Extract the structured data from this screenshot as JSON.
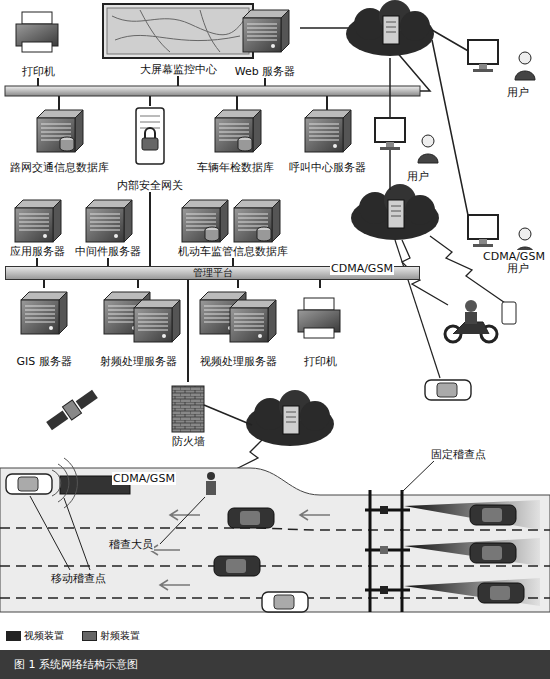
{
  "diagram": {
    "caption": "图 1 系统网络结构示意图",
    "nodes": [
      {
        "text": [
          "打印机"
        ]
      },
      {
        "text": [
          "大屏幕监控中心"
        ]
      },
      {
        "text": [
          "Web 服务器"
        ]
      },
      {
        "text": [
          "路网交通信息数据库"
        ]
      },
      {
        "text": [
          "内部安全网关"
        ]
      },
      {
        "text": [
          "车辆年检数据库"
        ]
      },
      {
        "text": [
          "呼叫中心服务器"
        ]
      },
      {
        "text": [
          "应用服务器"
        ]
      },
      {
        "text": [
          "中间件服务器"
        ]
      },
      {
        "text": [
          "机动车监管信息数据库"
        ]
      },
      {
        "text": [
          "管理平台"
        ]
      },
      {
        "text": [
          "GIS 服务器"
        ]
      },
      {
        "text": [
          "射频处理服务器"
        ]
      },
      {
        "text": [
          "视频处理服务器"
        ]
      },
      {
        "text": [
          "打印机"
        ]
      },
      {
        "text": [
          "防火墙"
        ]
      }
    ],
    "edges": [
      {
        "from": 4,
        "to": 10,
        "arrow": "none"
      },
      {
        "from": 7,
        "to": 10,
        "arrow": "none"
      },
      {
        "from": 8,
        "to": 10,
        "arrow": "none"
      },
      {
        "from": 9,
        "to": 10,
        "arrow": "none"
      },
      {
        "from": 11,
        "to": 10,
        "arrow": "none"
      },
      {
        "from": 12,
        "to": 10,
        "arrow": "none"
      },
      {
        "from": 13,
        "to": 10,
        "arrow": "none"
      },
      {
        "from": 14,
        "to": 10,
        "arrow": "none"
      },
      {
        "from": 15,
        "to": 10,
        "arrow": "none"
      }
    ],
    "labels": [
      "用户",
      "用户",
      "用户",
      "CDMA/GSM",
      "CDMA/GSM",
      "CDMA/GSM",
      "固定稽查点",
      "稽查大员",
      "移动稽查点"
    ],
    "legend": [
      {
        "text": "视频装置",
        "color": "#222222"
      },
      {
        "text": "射频装置",
        "color": "#666666"
      }
    ]
  }
}
